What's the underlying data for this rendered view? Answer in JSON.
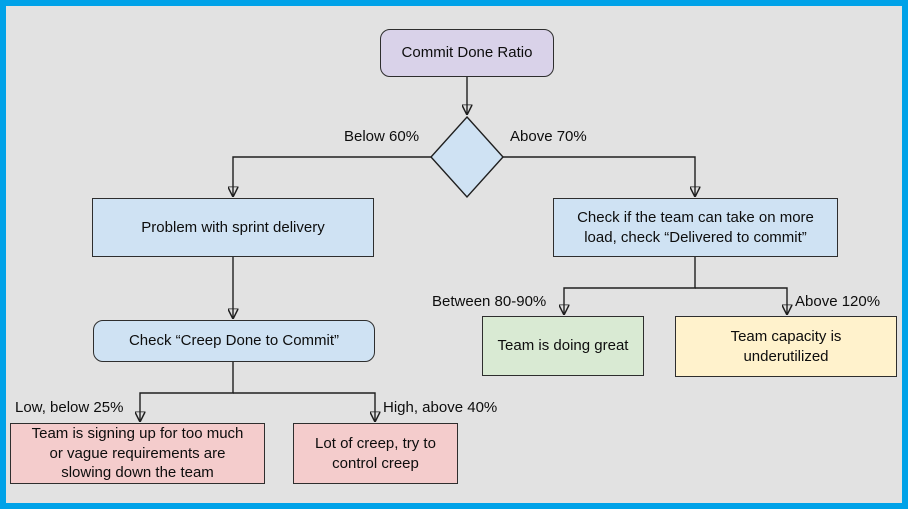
{
  "canvas": {
    "background": "#e2e2e2",
    "frame_color": "#00a2e8",
    "stroke_color": "#1f1f1f"
  },
  "nodes": {
    "root": {
      "label": "Commit Done Ratio",
      "color": "#d9d2e9",
      "shape": "rounded-rect"
    },
    "decision": {
      "label": "",
      "color": "#cfe2f3",
      "shape": "diamond"
    },
    "problem": {
      "label": "Problem with sprint delivery",
      "color": "#cfe2f3",
      "shape": "rect"
    },
    "take_more_load": {
      "label": "Check if the team can take on more\nload, check “Delivered to commit”",
      "color": "#cfe2f3",
      "shape": "rect"
    },
    "check_creep": {
      "label": "Check “Creep Done to Commit”",
      "color": "#cfe2f3",
      "shape": "rounded-rect"
    },
    "too_much_signup": {
      "label": "Team is signing up for too much\nor vague requirements are\nslowing down the team",
      "color": "#f4cccc",
      "shape": "rect"
    },
    "lot_of_creep": {
      "label": "Lot of creep, try to\ncontrol creep",
      "color": "#f4cccc",
      "shape": "rect"
    },
    "doing_great": {
      "label": "Team is doing great",
      "color": "#d9ead3",
      "shape": "rect"
    },
    "underutilized": {
      "label": "Team capacity is\nunderutilized",
      "color": "#fff2cc",
      "shape": "rect"
    }
  },
  "edges": [
    {
      "from": "root",
      "to": "decision",
      "label": ""
    },
    {
      "from": "decision",
      "to": "problem",
      "label": "Below 60%"
    },
    {
      "from": "decision",
      "to": "take_more_load",
      "label": "Above 70%"
    },
    {
      "from": "problem",
      "to": "check_creep",
      "label": ""
    },
    {
      "from": "check_creep",
      "to": "too_much_signup",
      "label": "Low, below 25%"
    },
    {
      "from": "check_creep",
      "to": "lot_of_creep",
      "label": "High, above 40%"
    },
    {
      "from": "take_more_load",
      "to": "doing_great",
      "label": "Between 80-90%"
    },
    {
      "from": "take_more_load",
      "to": "underutilized",
      "label": "Above 120%"
    }
  ]
}
